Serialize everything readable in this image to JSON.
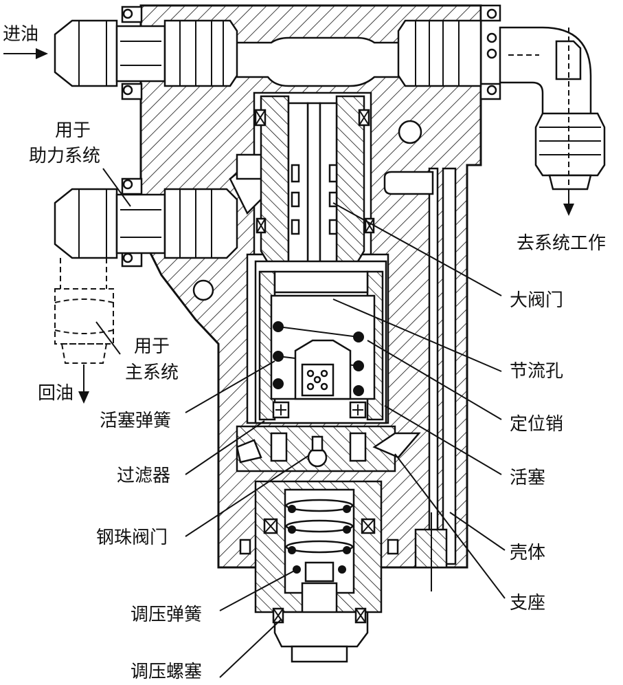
{
  "labels": {
    "oil_in": "进油",
    "assist_system": [
      "用于",
      "助力系统"
    ],
    "main_system": [
      "用于",
      "主系统"
    ],
    "oil_return": "回油",
    "to_system": "去系统工作",
    "big_valve": "大阀门",
    "throttle_hole": "节流孔",
    "locating_pin": "定位销",
    "piston_spring": "活塞弹簧",
    "piston": "活塞",
    "filter": "过滤器",
    "housing": "壳体",
    "ball_valve": "钢珠阀门",
    "support": "支座",
    "regulating_spring": "调压弹簧",
    "regulating_plug": "调压螺塞"
  },
  "colors": {
    "line": "#111111",
    "background": "#ffffff"
  }
}
